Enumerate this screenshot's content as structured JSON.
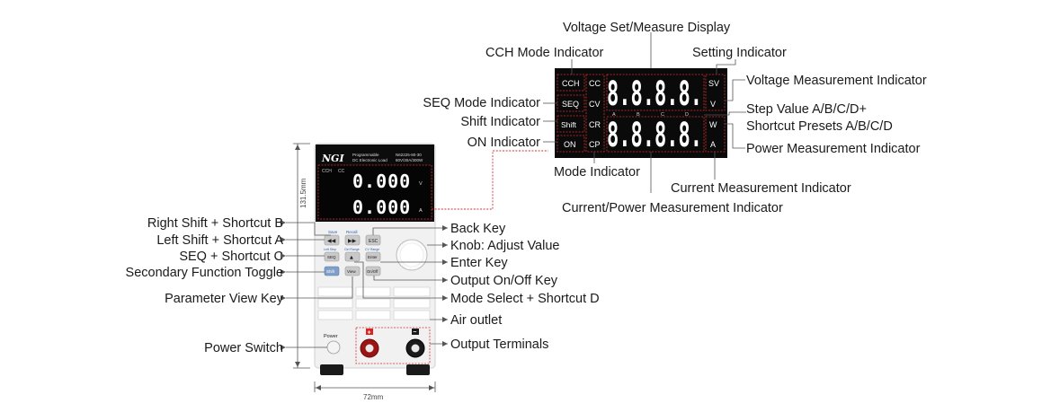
{
  "colors": {
    "leader": "#555555",
    "red_leader": "#e03030",
    "panel_black": "#0a0a0a",
    "segment_white": "#ffffff",
    "device_body": "#f2f2f2",
    "terminal_red": "#c81d1d"
  },
  "device": {
    "brand": "NGI",
    "line1": "Programmable",
    "line2": "DC Electronic Load",
    "model": "N62225-80-30",
    "spec": "80V/30A/300W",
    "lcd_cch": "CCH",
    "lcd_cc": "CC",
    "lcd_digits_top": "0.000",
    "lcd_digits_bottom": "0.000",
    "lcd_unit_top": "V",
    "lcd_unit_bottom": "A",
    "key_save": "Save",
    "key_recall": "Recall",
    "key_left_sub": "Left Step",
    "key_right_sub": "Ctrl Range",
    "key_esc": "ESC",
    "key_esc_sub": "CV Range",
    "key_seq": "SEQ",
    "key_enter": "Enter",
    "key_shift": "Shift",
    "key_view": "View",
    "key_onoff": "On/Off",
    "power_label": "Power",
    "plus": "+",
    "minus": "−",
    "height_dim": "131.5mm",
    "width_dim": "72mm"
  },
  "display_zoom": {
    "left_ind": [
      "CCH",
      "SEQ",
      "Shift",
      "ON"
    ],
    "mode_ind": [
      "CC",
      "CV",
      "CR",
      "CP"
    ],
    "digits_top": "8.8.8.8.",
    "digits_bottom": "8.8.8.8.",
    "steps": [
      "A",
      "B",
      "C",
      "D"
    ],
    "right_ind": [
      "SV",
      "V",
      "W",
      "A"
    ]
  },
  "labels": {
    "voltage_display": "Voltage Set/Measure Display",
    "cch_indicator": "CCH Mode Indicator",
    "setting_indicator": "Setting Indicator",
    "voltage_meas_indicator": "Voltage Measurement Indicator",
    "seq_indicator": "SEQ Mode Indicator",
    "step_value": "Step Value A/B/C/D+",
    "shortcut_presets": "Shortcut Presets A/B/C/D",
    "shift_indicator": "Shift Indicator",
    "on_indicator": "ON Indicator",
    "power_meas_indicator": "Power Measurement Indicator",
    "mode_indicator": "Mode Indicator",
    "current_meas_indicator": "Current Measurement Indicator",
    "current_power_indicator": "Current/Power Measurement Indicator",
    "right_shift": "Right Shift + Shortcut B",
    "left_shift": "Left Shift + Shortcut A",
    "seq_shortcut": "SEQ + Shortcut C",
    "secondary_toggle": "Secondary Function Toggle",
    "param_view": "Parameter View Key",
    "power_switch": "Power Switch",
    "back_key": "Back Key",
    "knob": "Knob: Adjust Value",
    "enter_key": "Enter Key",
    "output_onoff": "Output On/Off Key",
    "mode_select": "Mode Select + Shortcut D",
    "air_outlet": "Air outlet",
    "output_terminals": "Output Terminals"
  }
}
